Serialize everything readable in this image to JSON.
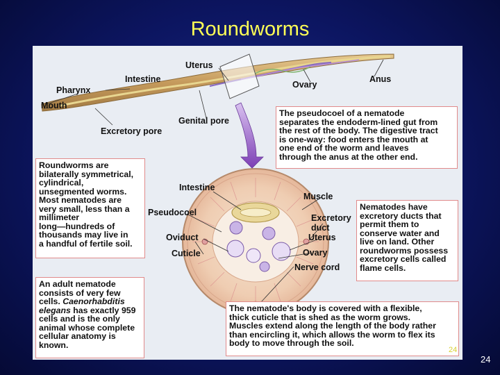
{
  "slide": {
    "title": "Roundworms",
    "page_number": "24",
    "watermark_number": "24"
  },
  "worm_labels": {
    "uterus": "Uterus",
    "intestine": "Intestine",
    "pharynx": "Pharynx",
    "mouth": "Mouth",
    "ovary": "Ovary",
    "anus": "Anus",
    "genital_pore": "Genital pore",
    "excretory_pore": "Excretory pore"
  },
  "cross_section_labels": {
    "intestine": "Intestine",
    "muscle": "Muscle",
    "pseudocoel": "Pseudocoel",
    "excretory_duct_line1": "Excretory",
    "excretory_duct_line2": "duct",
    "uterus": "Uterus",
    "oviduct": "Oviduct",
    "cuticle": "Cuticle",
    "ovary": "Ovary",
    "nerve_cord": "Nerve cord"
  },
  "boxes": {
    "pseudocoel_box": [
      "The pseudocoel of a nematode",
      "separates the endoderm-lined gut from",
      "the rest of the body. The digestive tract",
      "is one-way: food enters the mouth at",
      "one end of the worm and leaves",
      "through the anus at the other end."
    ],
    "symmetry_box": [
      "Roundworms are",
      "bilaterally symmetrical,",
      "cylindrical,",
      "unsegmented worms.",
      "Most nematodes are",
      "very small, less than a",
      "millimeter",
      "long—hundreds of",
      "thousands may live in",
      "a handful of fertile soil."
    ],
    "excretory_box": [
      "Nematodes have",
      "excretory ducts that",
      "permit them to",
      "conserve water and",
      "live on land. Other",
      "roundworms possess",
      "excretory cells called",
      "flame cells."
    ],
    "celegans_box": {
      "line1": "An adult nematode",
      "line2": "consists of very few",
      "line3_pre": "cells. ",
      "line3_italic": "Caenorhabditis",
      "line4_italic": "elegans",
      "line4_post": " has exactly 959",
      "line5": "cells and is the only",
      "line6": "animal whose complete",
      "line7": "cellular anatomy is",
      "line8": "known."
    },
    "cuticle_box": [
      "The nematode's body is covered with a flexible,",
      "thick cuticle that is shed as the worm grows.",
      "Muscles extend along the length of the body rather",
      "than encircling it, which allows the worm to flex its",
      "body to move through the soil."
    ]
  },
  "colors": {
    "title": "#ffff55",
    "panel": "#e9edf3",
    "box_border": "#e08a8a",
    "worm_body": "#c9a36a",
    "intestine": "#d9c37a",
    "reproductive": "#8a6cc0",
    "arrow": "#9a62c8"
  }
}
